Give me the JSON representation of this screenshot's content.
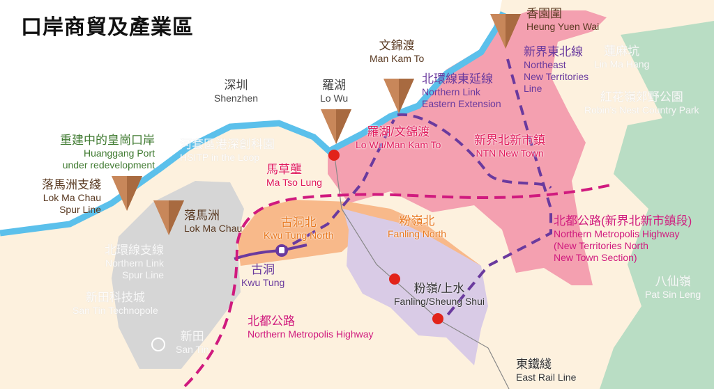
{
  "title": "口岸商貿及產業區",
  "labels": {
    "heung_yuen_wai": {
      "zh": "香園圍",
      "en": "Heung Yuen Wai"
    },
    "man_kam_to": {
      "zh": "文錦渡",
      "en": "Man Kam To"
    },
    "shenzhen": {
      "zh": "深圳",
      "en": "Shenzhen"
    },
    "lo_wu": {
      "zh": "羅湖",
      "en": "Lo Wu"
    },
    "northern_link_ext": {
      "zh": "北環線東延線",
      "en1": "Northern Link",
      "en2": "Eastern Extension"
    },
    "nent_line": {
      "zh": "新界東北線",
      "en1": "Northeast",
      "en2": "New Territories",
      "en3": "Line"
    },
    "lin_ma_hang": {
      "zh": "蓮麻坑",
      "en": "Lin Ma Hang"
    },
    "robins_nest": {
      "zh": "紅花嶺郊野公園",
      "en": "Robin's Nest Country Park"
    },
    "lowu_mkt": {
      "zh": "羅湖/文錦渡",
      "en": "Lo Wu/Man Kam To"
    },
    "ntn": {
      "zh": "新界北新市鎮",
      "en": "NTN New Town"
    },
    "huanggang": {
      "zh": "重建中的皇崗口岸",
      "en1": "Huanggang Port",
      "en2": "under redevelopment"
    },
    "hsitp": {
      "zh": "河套區港深創科園",
      "en": "HSITP in the Loop"
    },
    "ma_tso_lung": {
      "zh": "馬草壟",
      "en": "Ma Tso Lung"
    },
    "lmc_spur": {
      "zh": "落馬洲支綫",
      "en1": "Lok Ma Chau",
      "en2": "Spur Line"
    },
    "lok_ma_chau": {
      "zh": "落馬洲",
      "en": "Lok Ma Chau"
    },
    "kwu_tung_north": {
      "zh": "古洞北",
      "en": "Kwu Tung North"
    },
    "fanling_north": {
      "zh": "粉嶺北",
      "en": "Fanling North"
    },
    "nmh_ntn": {
      "zh": "北都公路(新界北新市鎮段)",
      "en1": "Northern Metropolis Highway",
      "en2": "(New Territories North",
      "en3": "New Town Section)"
    },
    "northern_link_spur": {
      "zh": "北環線支線",
      "en1": "Northern Link",
      "en2": "Spur Line"
    },
    "kwu_tung": {
      "zh": "古洞",
      "en": "Kwu Tung"
    },
    "san_tin_techno": {
      "zh": "新田科技城",
      "en": "San Tin Technopole"
    },
    "fanling_ss": {
      "zh": "粉嶺/上水",
      "en": "Fanling/Sheung Shui"
    },
    "pat_sin_leng": {
      "zh": "八仙嶺",
      "en": "Pat Sin Leng"
    },
    "nmh": {
      "zh": "北都公路",
      "en": "Northern Metropolis Highway"
    },
    "san_tin": {
      "zh": "新田",
      "en": "San Tin"
    },
    "east_rail": {
      "zh": "東鐵綫",
      "en": "East Rail Line"
    }
  },
  "colors": {
    "river": "#5bc0eb",
    "ntn": "#f4a0b0",
    "kwu_tung": "#f8b98a",
    "fanling": "#d9cbe6",
    "san_tin": "#d6d6d6",
    "park": "#a8d8bd",
    "highway": "#d01a7e",
    "rail_new": "#6a3a9e"
  }
}
